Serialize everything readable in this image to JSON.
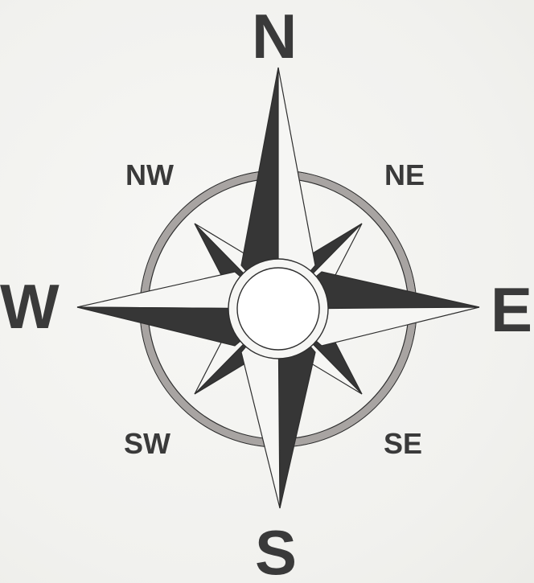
{
  "labels": {
    "north": "N",
    "south": "S",
    "east": "E",
    "west": "W",
    "north_west": "NW",
    "north_east": "NE",
    "south_west": "SW",
    "south_east": "SE"
  },
  "colors": {
    "dark_fill": "#363636",
    "light_fill": "#f6f6f4",
    "ring": "#a8a4a2",
    "outline": "#2e2e2e",
    "text": "#3a3a3a"
  }
}
